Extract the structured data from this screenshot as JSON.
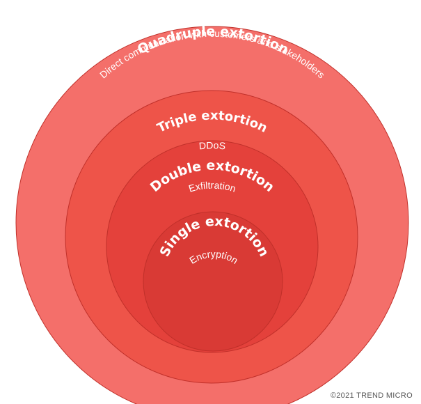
{
  "layers": [
    {
      "id": "quadruple",
      "title": "Quadruple extortion",
      "subtitle": "Direct communication with customers and stakeholders",
      "color": "#f46f6a"
    },
    {
      "id": "triple",
      "title": "Triple extortion",
      "subtitle": "DDoS",
      "color": "#ee5449"
    },
    {
      "id": "double",
      "title": "Double extortion",
      "subtitle": "Exfiltration",
      "color": "#e4413b"
    },
    {
      "id": "single",
      "title": "Single extortion",
      "subtitle": "Encryption",
      "color": "#d93a35"
    }
  ],
  "footer": "©2021 TREND MICRO"
}
